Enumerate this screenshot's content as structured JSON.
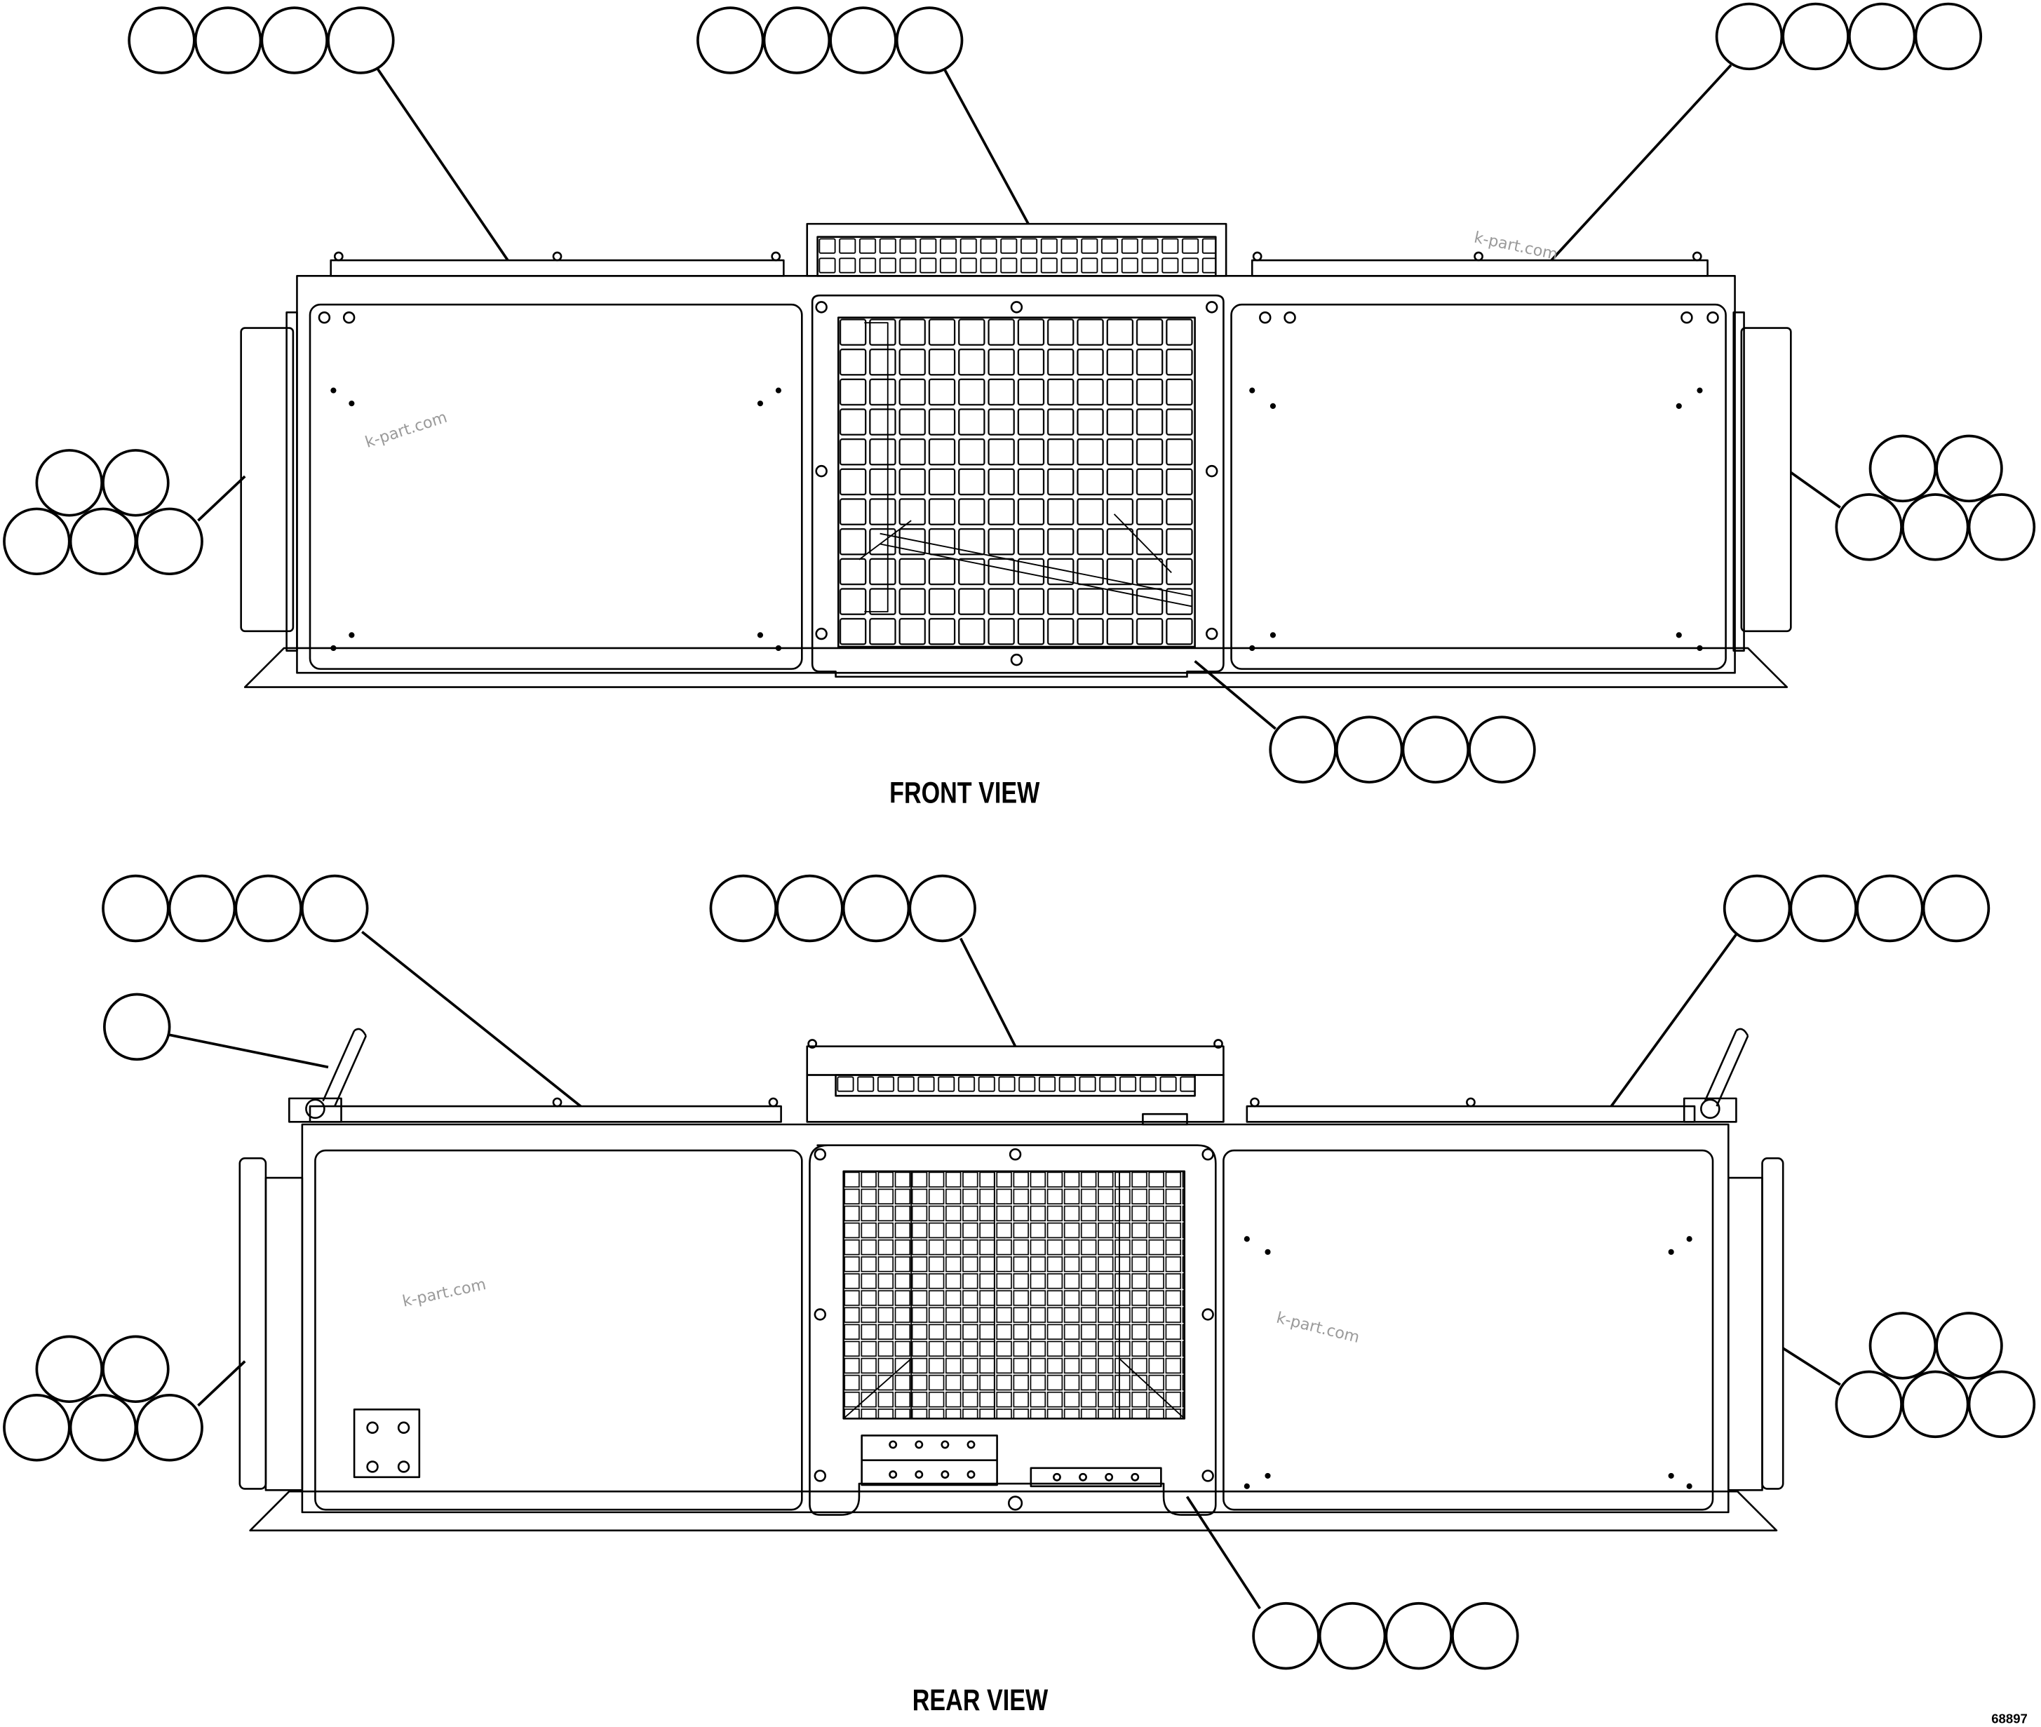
{
  "views": {
    "front": {
      "title": "FRONT VIEW"
    },
    "rear": {
      "title": "REAR VIEW"
    }
  },
  "drawing_number": "68897",
  "watermark": "k-part.com",
  "colors": {
    "line": "#000000",
    "watermark": "#9a9a9a",
    "background": "#ffffff"
  }
}
